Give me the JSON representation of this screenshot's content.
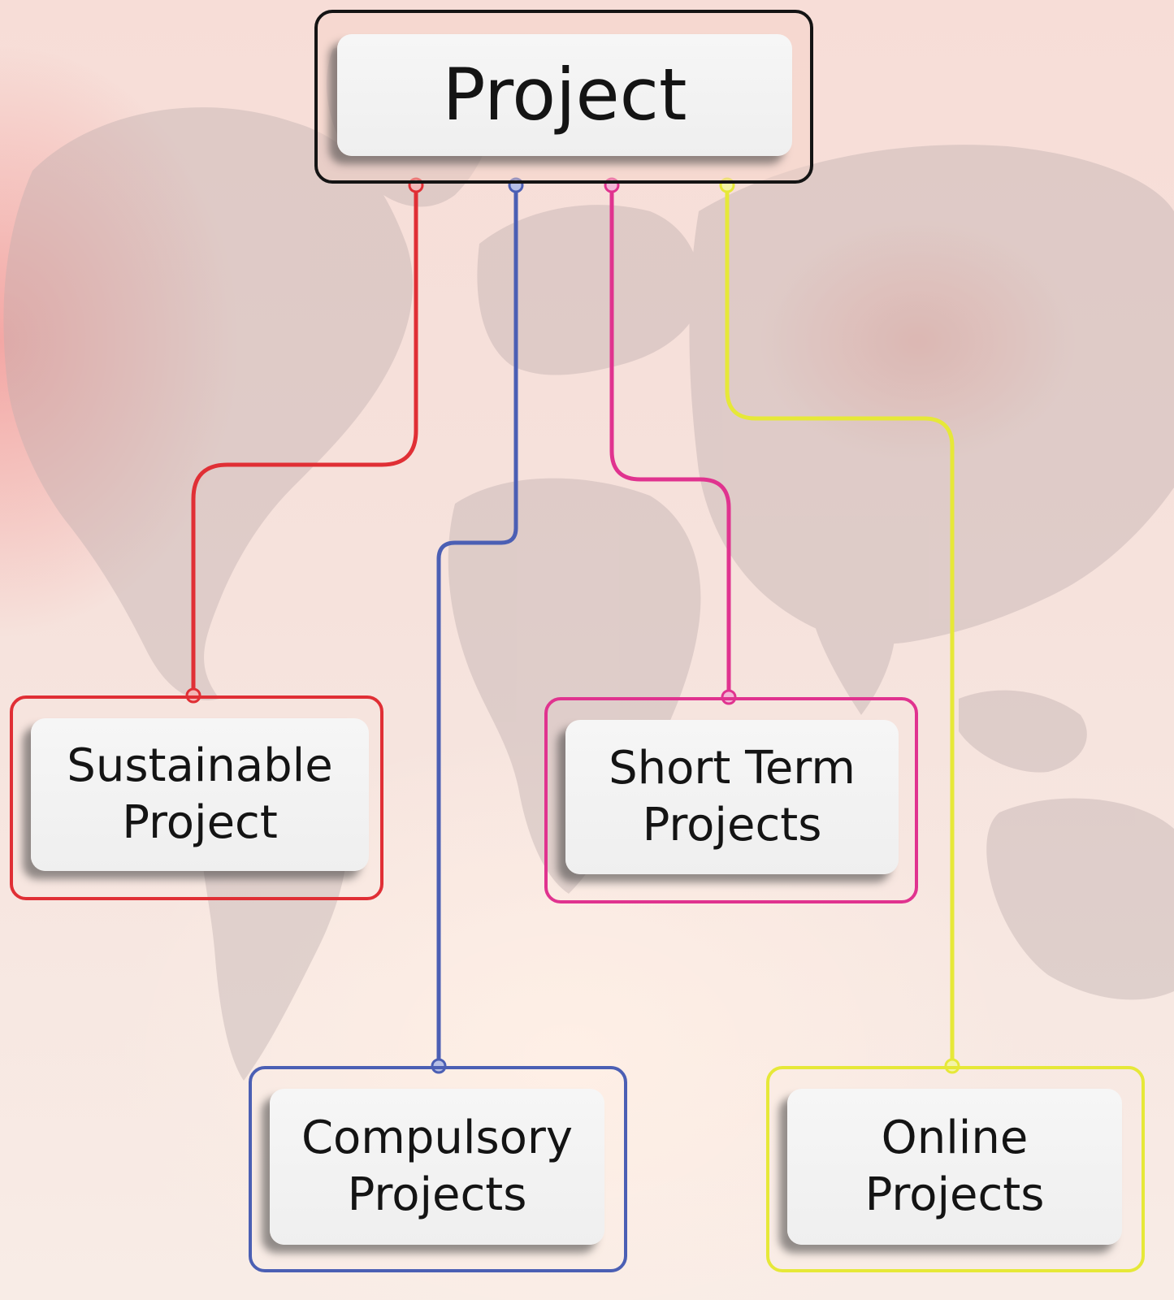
{
  "diagram": {
    "root": {
      "label": "Project",
      "color": "#141414"
    },
    "children": [
      {
        "key": "sustainable",
        "label": "Sustainable\nProject",
        "color": "#e02f35"
      },
      {
        "key": "compulsory",
        "label": "Compulsory\nProjects",
        "color": "#4b5fb4"
      },
      {
        "key": "short_term",
        "label": "Short Term\nProjects",
        "color": "#e0338f"
      },
      {
        "key": "online",
        "label": "Online\nProjects",
        "color": "#e6e838"
      }
    ]
  },
  "background": {
    "map_icon": "world-map-icon",
    "map_color": "#c9b6b4"
  }
}
